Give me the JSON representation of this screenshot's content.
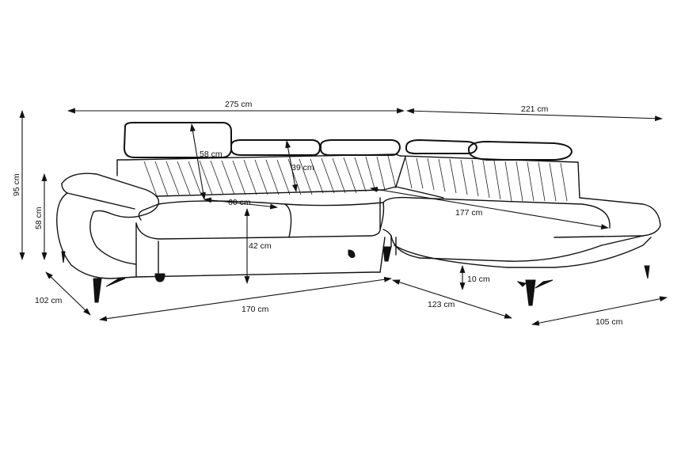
{
  "dimensions": {
    "total_width": "275 cm",
    "chaise_width": "221 cm",
    "headrest_height": "58 cm",
    "backrest_height": "39 cm",
    "seat_depth": "60 cm",
    "chaise_length": "177 cm",
    "seat_height": "42 cm",
    "leg_height": "10 cm",
    "overall_height": "95 cm",
    "armrest_height": "58 cm",
    "depth": "102 cm",
    "front_width": "170 cm",
    "corner_width": "123 cm",
    "chaise_depth": "105 cm"
  }
}
